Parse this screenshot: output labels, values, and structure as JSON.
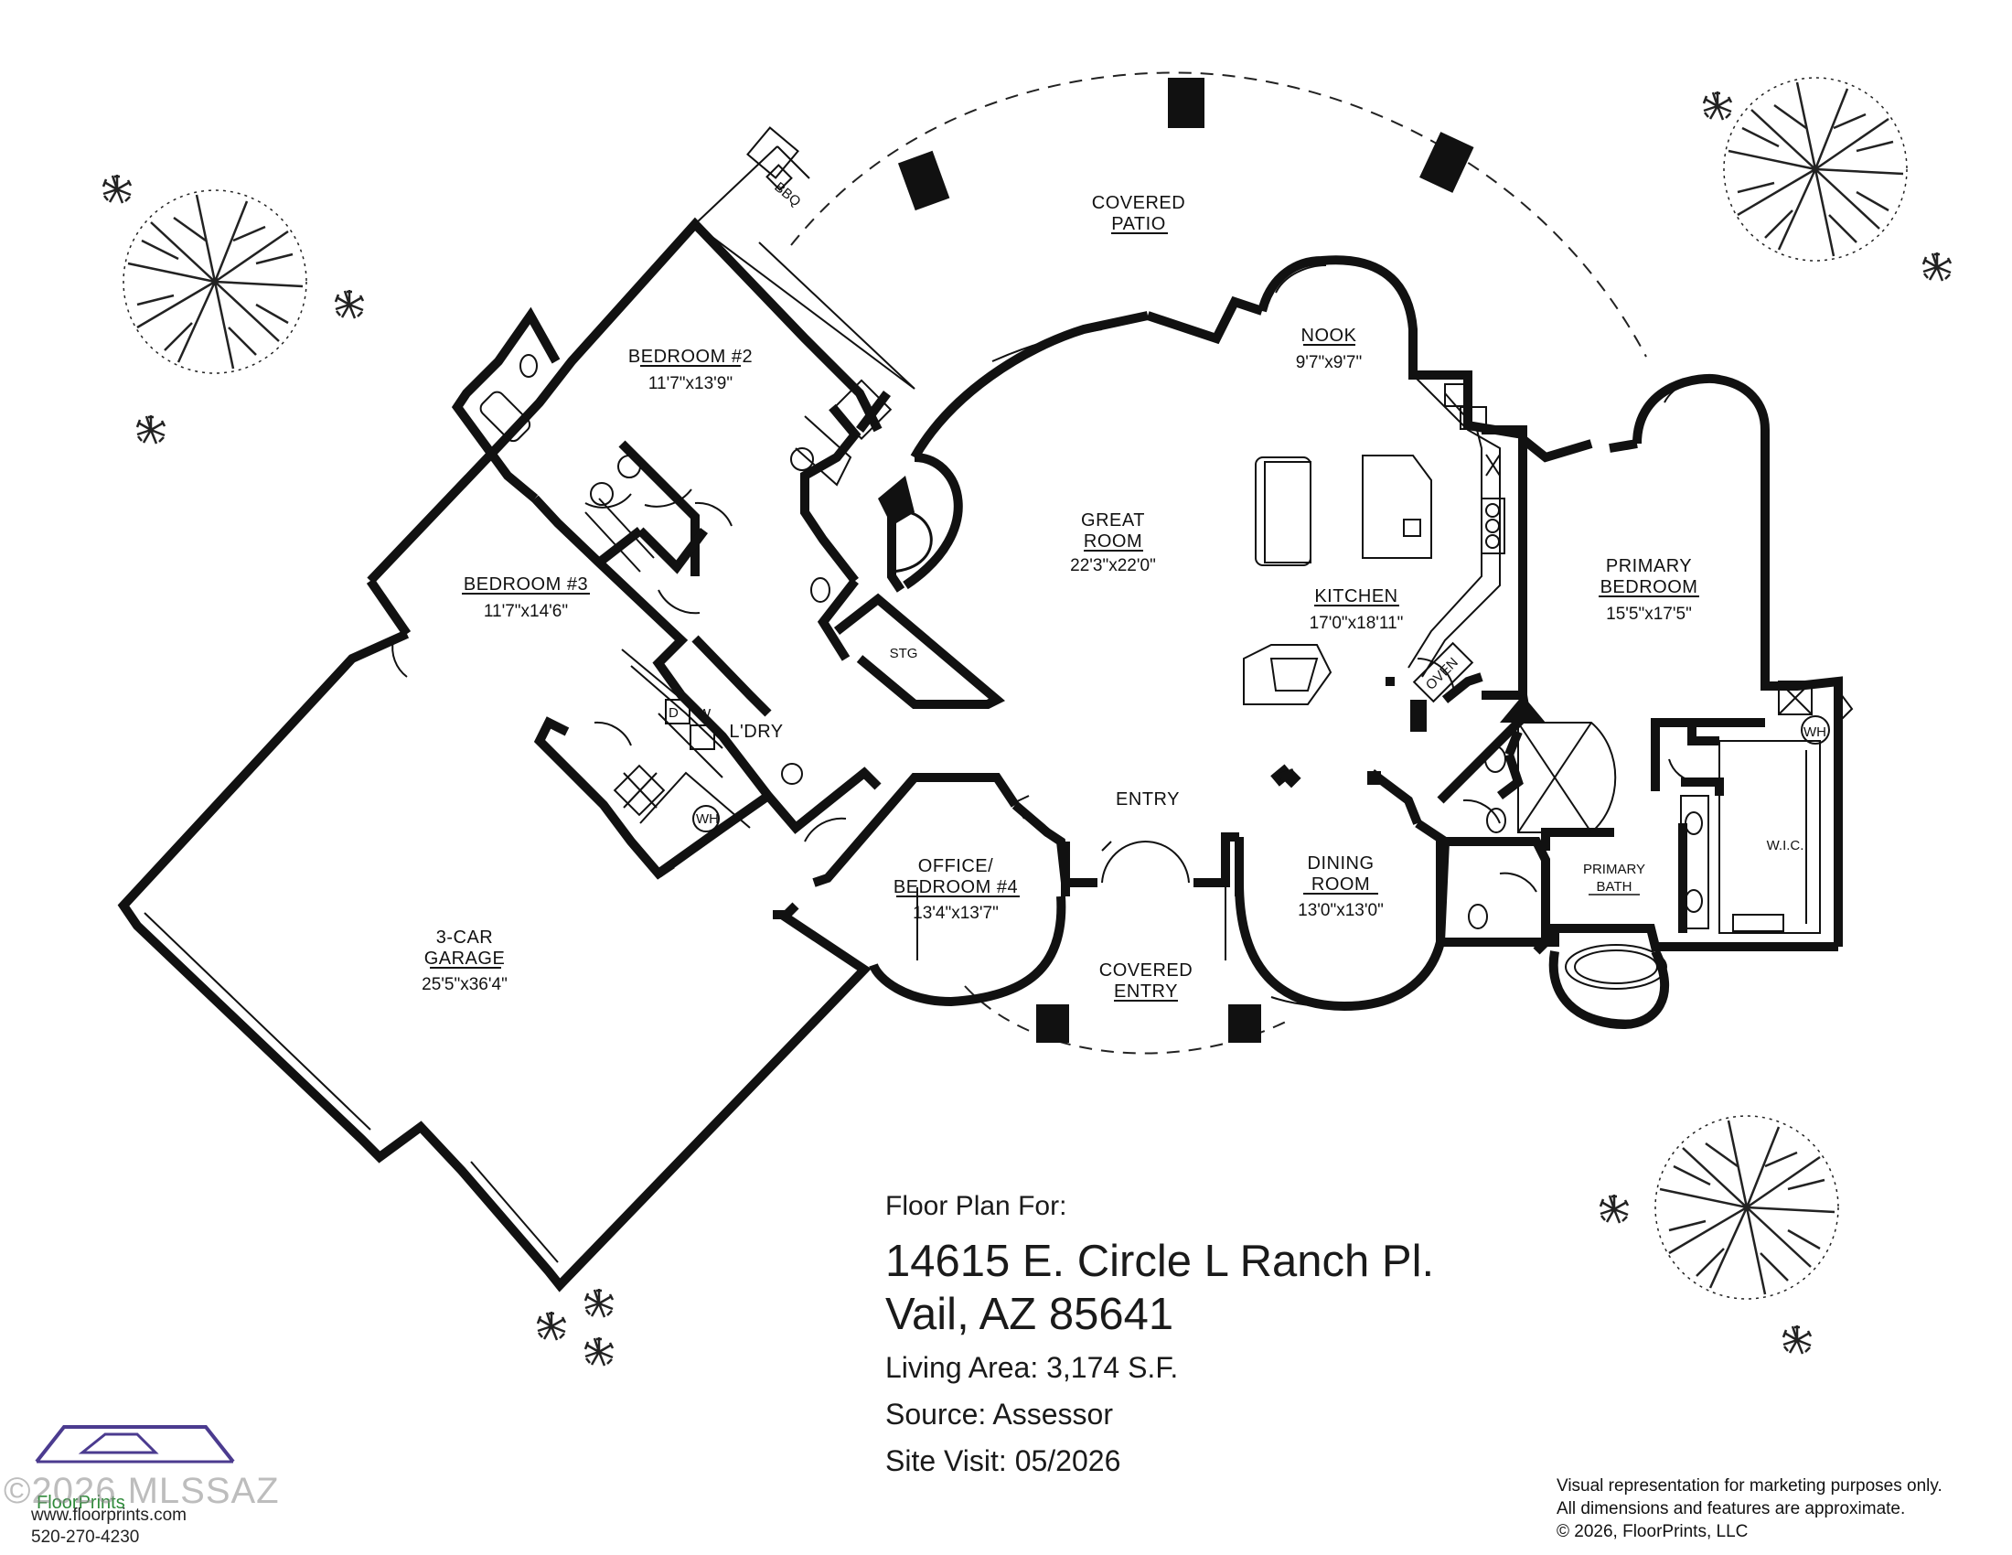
{
  "rooms": {
    "bedroom2": {
      "name": "BEDROOM #2",
      "dim": "11'7\"x13'9\""
    },
    "bedroom3": {
      "name": "BEDROOM #3",
      "dim": "11'7\"x14'6\""
    },
    "great_room": {
      "name1": "GREAT",
      "name2": "ROOM",
      "dim": "22'3\"x22'0\""
    },
    "nook": {
      "name": "NOOK",
      "dim": "9'7\"x9'7\""
    },
    "kitchen": {
      "name": "KITCHEN",
      "dim": "17'0\"x18'11\""
    },
    "primary_bedroom": {
      "name1": "PRIMARY",
      "name2": "BEDROOM",
      "dim": "15'5\"x17'5\""
    },
    "office": {
      "name1": "OFFICE/",
      "name2": "BEDROOM #4",
      "dim": "13'4\"x13'7\""
    },
    "dining": {
      "name1": "DINING",
      "name2": "ROOM",
      "dim": "13'0\"x13'0\""
    },
    "garage": {
      "name1": "3-CAR",
      "name2": "GARAGE",
      "dim": "25'5\"x36'4\""
    },
    "covered_patio": {
      "name1": "COVERED",
      "name2": "PATIO"
    },
    "covered_entry": {
      "name1": "COVERED",
      "name2": "ENTRY"
    },
    "entry": {
      "name": "ENTRY"
    },
    "laundry": {
      "name": "L'DRY"
    },
    "storage": {
      "name": "STG"
    },
    "primary_bath": {
      "name1": "PRIMARY",
      "name2": "BATH"
    },
    "wic": {
      "name": "W.I.C."
    }
  },
  "fixtures": {
    "bbq": "BBQ",
    "oven": "OVEN",
    "wh1": "WH",
    "wh2": "WH",
    "dryer": "D",
    "washer": "W"
  },
  "title_block": {
    "intro": "Floor Plan For:",
    "address_line1": "14615 E. Circle L Ranch Pl.",
    "address_line2": "Vail, AZ  85641",
    "living_area": "Living Area:  3,174 S.F.",
    "source": "Source:  Assessor",
    "site_visit": "Site Visit:  05/2026"
  },
  "disclaimer": {
    "line1": "Visual representation for marketing purposes only.",
    "line2": "All dimensions and features are approximate.",
    "line3": "© 2026, FloorPrints, LLC"
  },
  "logo": {
    "brand": "FloorPrints",
    "website": "www.floorprints.com",
    "phone": "520-270-4230",
    "watermark": "©2026 MLSSAZ"
  }
}
